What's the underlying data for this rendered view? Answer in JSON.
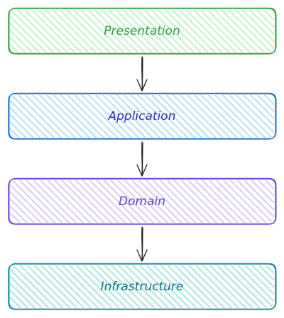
{
  "layers": [
    {
      "label": "Presentation",
      "stroke": "#2f9e44",
      "fill": "#b2f2bb",
      "text": "#2f9e44"
    },
    {
      "label": "Application",
      "stroke": "#1971c2",
      "fill": "#a5d8ff",
      "text": "#2b2bb8"
    },
    {
      "label": "Domain",
      "stroke": "#6741d9",
      "fill": "#d0bfff",
      "text": "#5f3dc4"
    },
    {
      "label": "Infrastructure",
      "stroke": "#0c8599",
      "fill": "#96e2d8",
      "text": "#0b7285"
    }
  ],
  "arrow_color": "#1e1e1e"
}
